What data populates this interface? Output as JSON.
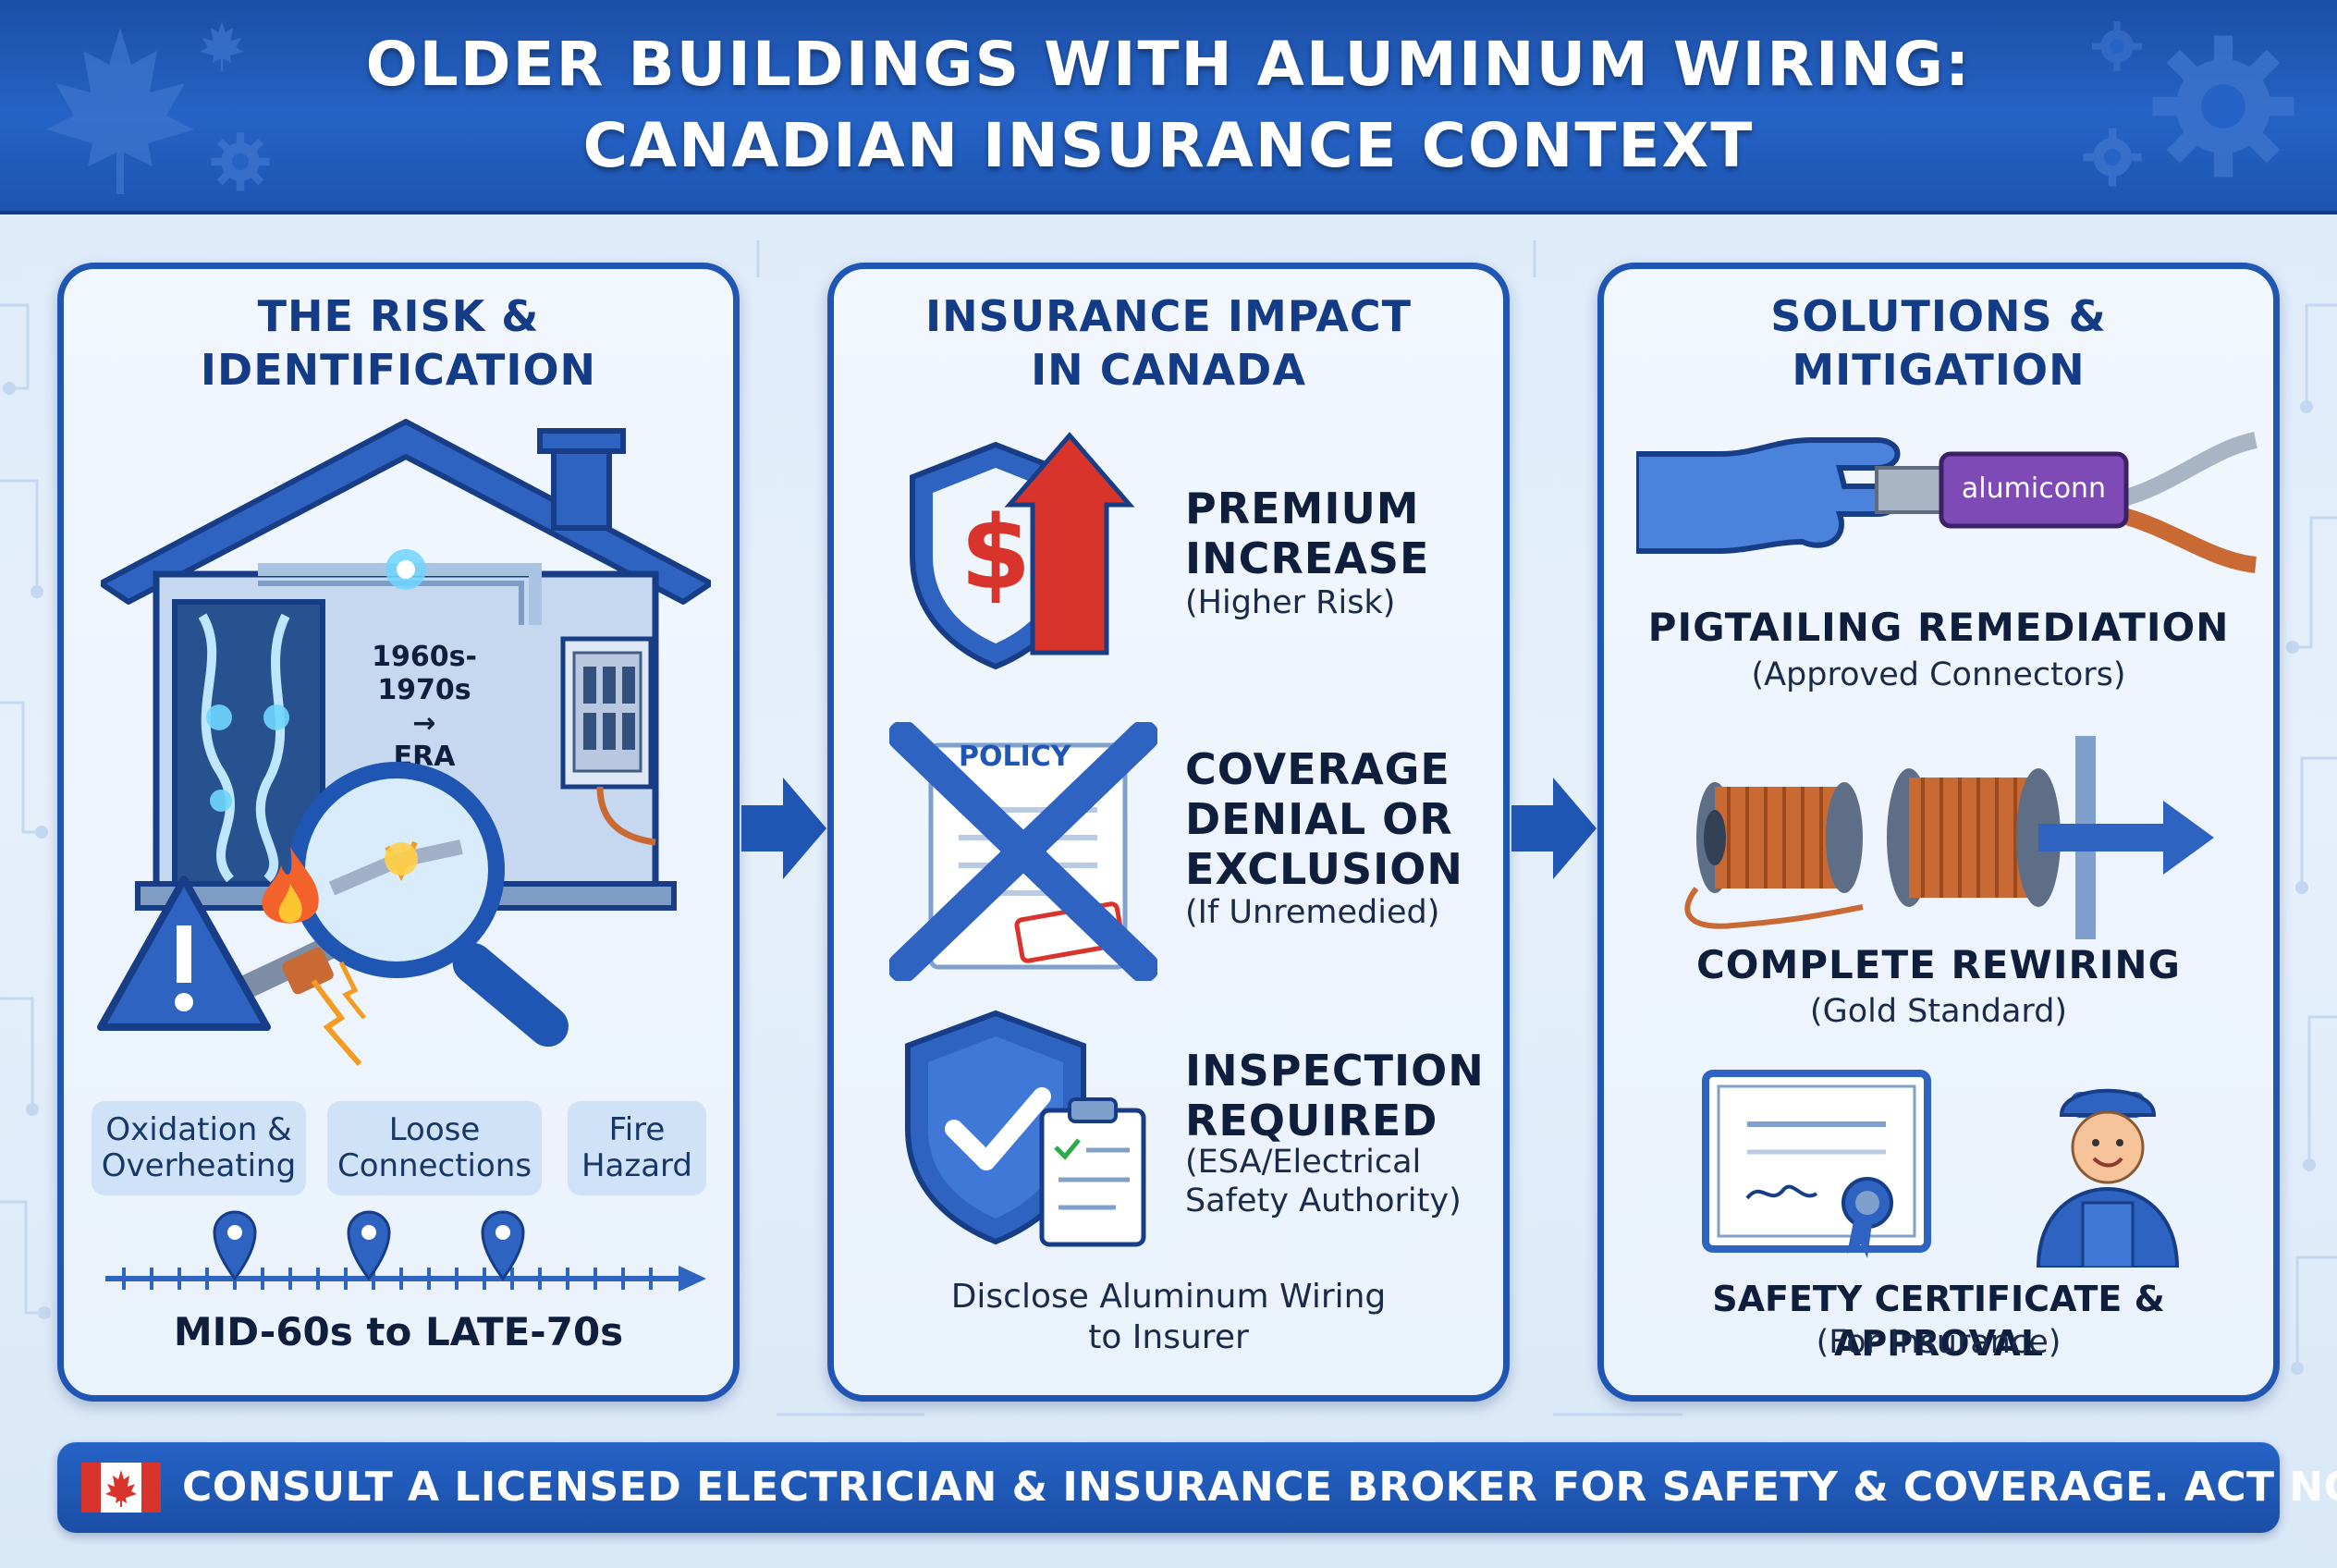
{
  "header": {
    "title": "OLDER BUILDINGS WITH ALUMINUM WIRING:\nCANADIAN INSURANCE CONTEXT"
  },
  "colors": {
    "primary_blue": "#1f55b3",
    "header_blue": "#2563c6",
    "panel_bg": "#eef5fd",
    "tag_bg": "#cfe2f7",
    "danger_red": "#d9342b",
    "copper": "#c96a35",
    "text_dark": "#0f1e3d"
  },
  "panels": [
    {
      "title": "THE RISK &\nIDENTIFICATION",
      "icons": [
        "house-icon",
        "electrical-panel-icon",
        "magnifying-glass-icon",
        "warning-icon",
        "fire-icon",
        "damaged-wire-icon"
      ],
      "era_label": "1960s-\n1970s →\nERA",
      "tags": [
        "Oxidation &\nOverheating",
        "Loose\nConnections",
        "Fire\nHazard"
      ],
      "timeline_label": "MID-60s to LATE-70s"
    },
    {
      "title": "INSURANCE IMPACT\nIN CANADA",
      "items": [
        {
          "icon": "shield-dollar-up-icon",
          "heading": "PREMIUM\nINCREASE",
          "sub": "(Higher Risk)"
        },
        {
          "icon": "crossed-policy-icon",
          "heading": "COVERAGE\nDENIAL OR\nEXCLUSION",
          "sub": "(If Unremedied)"
        },
        {
          "icon": "shield-check-clipboard-icon",
          "heading": "INSPECTION\nREQUIRED",
          "sub": "(ESA/Electrical\nSafety Authority)"
        }
      ],
      "policy_label": "POLICY",
      "footnote": "Disclose Aluminum Wiring\nto Insurer"
    },
    {
      "title": "SOLUTIONS &\nMITIGATION",
      "connector_label": "alumiconn",
      "items": [
        {
          "icon": "hand-connector-icon",
          "heading": "PIGTAILING REMEDIATION",
          "sub": "(Approved Connectors)"
        },
        {
          "icon": "copper-spool-icon",
          "heading": "COMPLETE REWIRING",
          "sub": "(Gold Standard)"
        },
        {
          "icon": "certificate-electrician-icon",
          "heading": "SAFETY CERTIFICATE & APPROVAL",
          "sub": "(For Insurance)"
        }
      ]
    }
  ],
  "footer": {
    "text": "CONSULT A LICENSED ELECTRICIAN & INSURANCE BROKER FOR SAFETY & COVERAGE. ACT NOW."
  }
}
